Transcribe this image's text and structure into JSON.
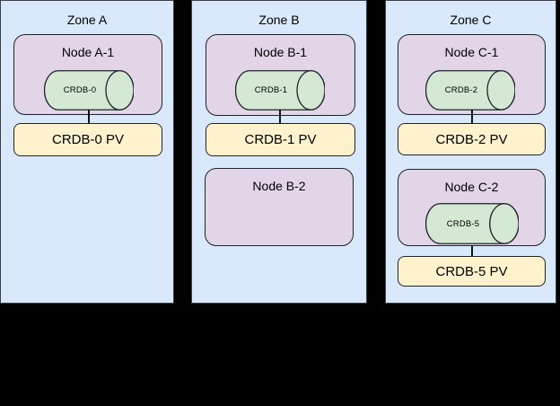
{
  "diagram": {
    "type": "kubernetes-cockroachdb-topology",
    "colors": {
      "background": "#000000",
      "zone_fill": "#DAE8FC",
      "node_fill": "#E1D5E7",
      "pod_cylinder_fill": "#D5E8D4",
      "pv_fill": "#FFF2CC",
      "stroke": "#1f242a",
      "text": "#000000"
    }
  },
  "zones": [
    {
      "label": "Zone A",
      "nodes": [
        {
          "label": "Node A-1",
          "pod": "CRDB-0",
          "pv": "CRDB-0 PV"
        }
      ]
    },
    {
      "label": "Zone B",
      "nodes": [
        {
          "label": "Node B-1",
          "pod": "CRDB-1",
          "pv": "CRDB-1 PV"
        },
        {
          "label": "Node B-2"
        }
      ]
    },
    {
      "label": "Zone C",
      "nodes": [
        {
          "label": "Node C-1",
          "pod": "CRDB-2",
          "pv": "CRDB-2 PV"
        },
        {
          "label": "Node C-2",
          "pod": "CRDB-5",
          "pv": "CRDB-5 PV"
        }
      ]
    }
  ]
}
